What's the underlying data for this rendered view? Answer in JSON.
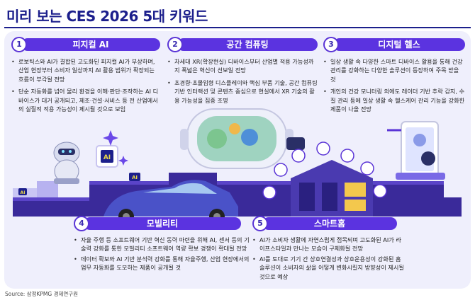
{
  "title": "미리 보는 CES 2026 5대 키워드",
  "source": "Source: 삼정KPMG 경제연구원",
  "sections": [
    {
      "number": "1",
      "label": "피지컬 AI",
      "bullets": [
        "로보틱스와 AI가 결합된 고도화된 피지컬 AI가 부상하며, 산업 현장부터 소비자 일상까지 AI 활용 범위가 확장되는 흐름이 부각될 전망",
        "단순 자동화를 넘어 물리 환경을 이해·판단·조작하는 AI 디바이스가 대거 공개되고, 제조·건설·서비스 등 전 산업에서의 실질적 적용 가능성이 제시될 것으로 보임"
      ]
    },
    {
      "number": "2",
      "label": "공간 컴퓨팅",
      "bullets": [
        "차세대 XR(확장현실) 디바이스부터 산업별 적용 가능성까지 폭넓은 혁신이 선보일 전망",
        "초경량·초몰입형 디스플레이와 핵심 부품 기술, 공간 컴퓨팅 기반 인터랙션 및 콘텐츠 중심으로 현실에서 XR 기술의 활용 가능성을 집중 조명"
      ]
    },
    {
      "number": "3",
      "label": "디지털 헬스",
      "bullets": [
        "일상 생활 속 다양한 스마트 디바이스 활용을 통해 건강 관리를 강화하는 다양한 솔루션이 등장하여 주목 받을 것",
        "개인의 건강 모니터링 외에도 레이더 기반 추락 감지, 수질 관리 등에 일상 생활 속 헬스케어 관리 기능을 강화한 제품이 나올 전망"
      ]
    },
    {
      "number": "4",
      "label": "모빌리티",
      "bullets": [
        "자율 주행 등 소프트웨어 기반 혁신 동력 마련을 위해 AI, 센서 등의 기술력 강화를 통한 모빌리티 소프트웨어 역량 확보 경쟁이 확대될 전망",
        "데이터 확보와 AI 기반 분석력 강화를 통해 자율주행, 산업 현장에서의 업무 자동화를 도모하는 제품이 공개될 것"
      ]
    },
    {
      "number": "5",
      "label": "스마트홈",
      "bullets": [
        "AI가 소비자 생활에 자연스럽게 접목되며 고도화된 AI가 라이프스타일과 만나는 모습이 구체화될 전망",
        "AI를 토대로 기기 간 상호연결성과 상호운용성이 강화된 홈 솔루션이 소비자의 삶을 어떻게 변화시킬지 방향성이 제시될 것으로 예상"
      ]
    }
  ],
  "illustration": {
    "robot_badge": "AI",
    "car_badge": "AI",
    "small_badge": "AI"
  },
  "colors": {
    "title": "#1c1f8c",
    "accent": "#5b33e0",
    "panel": "#efeffc",
    "stage": "#3a2a9a"
  }
}
